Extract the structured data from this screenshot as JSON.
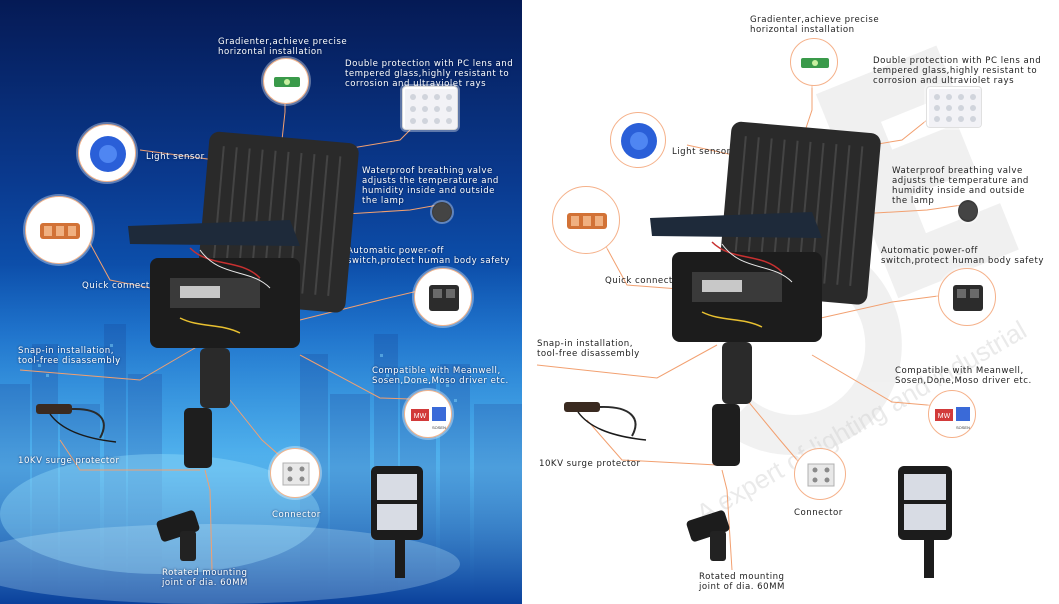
{
  "colors": {
    "left_bg": "#0a3a8f",
    "leader_line": "#f2a070",
    "bubble_border": "#f5b18a",
    "lamp_body": "#2a2a2a"
  },
  "annotations": {
    "gradienter": "Gradienter,achieve precise\nhorizontal installation",
    "double_protection": "Double protection with PC lens and\ntempered glass,highly resistant to\ncorrosion and ultraviolet rays",
    "light_sensor": "Light sensor",
    "waterproof_valve": "Waterproof breathing valve\nadjusts the temperature and\nhumidity inside and outside\nthe lamp",
    "quick_connector": "Quick connector",
    "auto_poweroff": "Automatic power-off\nswitch,protect human body safety",
    "snap_in": "Snap-in installation,\ntool-free disassembly",
    "compatible": "Compatible with Meanwell,\nSosen,Done,Moso driver etc.",
    "surge": "10KV surge protector",
    "connector": "Connector",
    "rotated": "Rotated mounting\njoint of dia. 60MM"
  },
  "icons": {
    "gradienter": "spirit-level-icon",
    "pc_lens": "led-lens-icon",
    "light_sensor": "photocell-sensor-icon",
    "valve": "breathing-valve-icon",
    "quick_connector": "wago-connector-icon",
    "poweroff_switch": "power-switch-icon",
    "driver_brands": "driver-logo-icon",
    "connector": "terminal-block-icon",
    "surge": "surge-protector-icon",
    "mount": "mounting-joint-icon",
    "assembled_lamp": "street-lamp-icon"
  },
  "logos": {
    "meanwell": "MW",
    "sosen": "SOSEN"
  },
  "watermark_text": "A expert of lighting and industrial"
}
